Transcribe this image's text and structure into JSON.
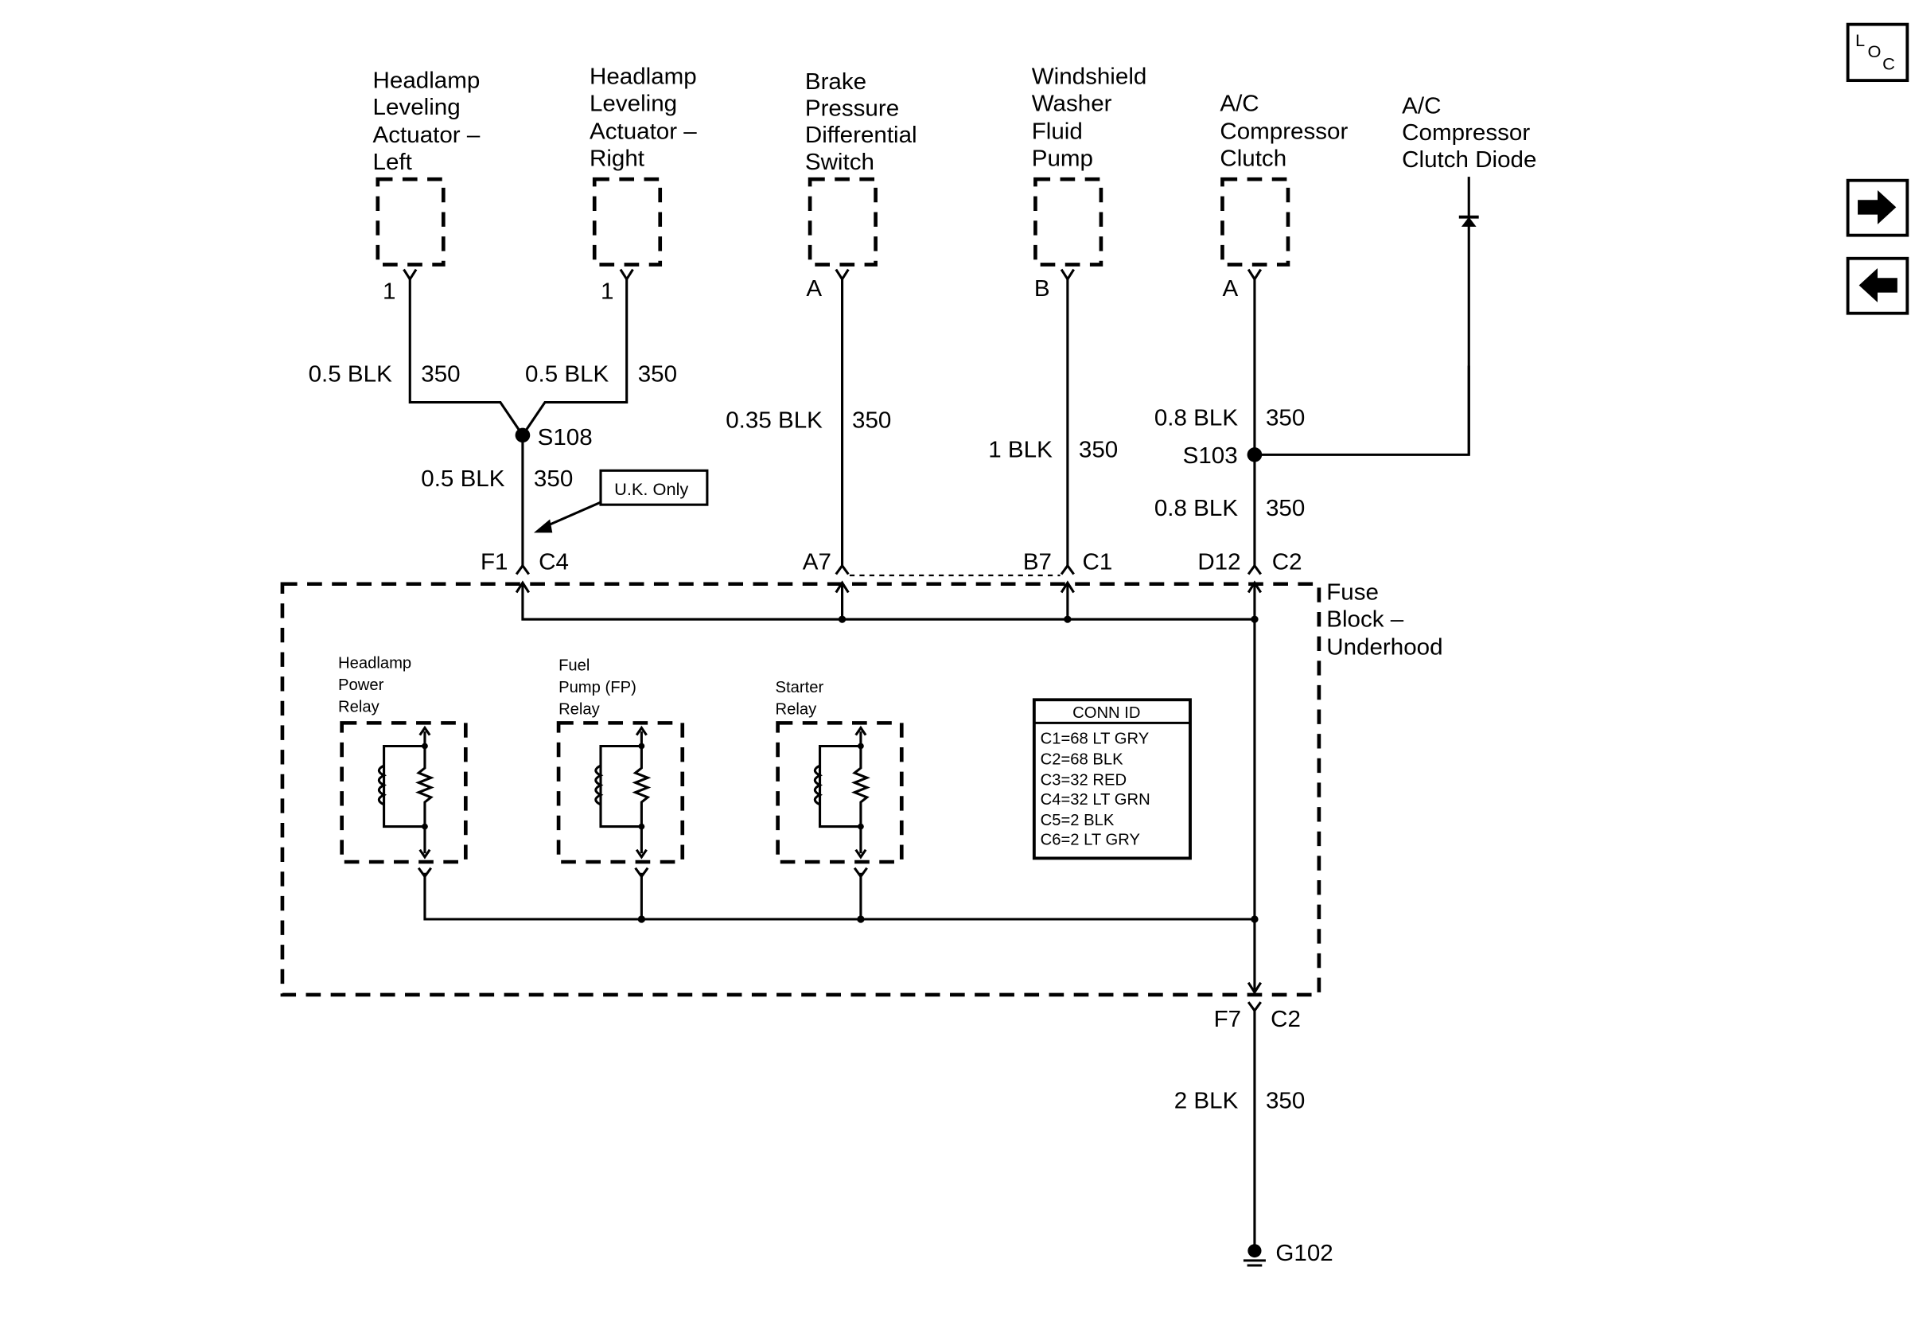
{
  "nav": {
    "loc_icon": "loc-icon",
    "next_icon": "arrow-right-icon",
    "prev_icon": "arrow-left-icon"
  },
  "components": [
    {
      "name_lines": [
        "Headlamp",
        "Leveling",
        "Actuator –",
        "Left"
      ],
      "pin": "1"
    },
    {
      "name_lines": [
        "Headlamp",
        "Leveling",
        "Actuator –",
        "Right"
      ],
      "pin": "1"
    },
    {
      "name_lines": [
        "Brake",
        "Pressure",
        "Differential",
        "Switch"
      ],
      "pin": "A"
    },
    {
      "name_lines": [
        "Windshield",
        "Washer",
        "Fluid",
        "Pump"
      ],
      "pin": "B"
    },
    {
      "name_lines": [
        "A/C",
        "Compressor",
        "Clutch"
      ],
      "pin": "A"
    },
    {
      "name_lines": [
        "A/C",
        "Compressor",
        "Clutch Diode"
      ]
    }
  ],
  "wires": {
    "hl_left": {
      "size_color": "0.5 BLK",
      "circuit": "350"
    },
    "hl_right": {
      "size_color": "0.5 BLK",
      "circuit": "350"
    },
    "s108_down": {
      "size_color": "0.5 BLK",
      "circuit": "350"
    },
    "brake": {
      "size_color": "0.35 BLK",
      "circuit": "350"
    },
    "washer": {
      "size_color": "1 BLK",
      "circuit": "350"
    },
    "ac_upper": {
      "size_color": "0.8 BLK",
      "circuit": "350"
    },
    "ac_lower": {
      "size_color": "0.8 BLK",
      "circuit": "350"
    },
    "ground": {
      "size_color": "2 BLK",
      "circuit": "350"
    }
  },
  "splices": {
    "s108": "S108",
    "s103": "S103"
  },
  "callout": {
    "text": "U.K. Only"
  },
  "connectors": {
    "f1": "F1",
    "c4": "C4",
    "a7": "A7",
    "b7": "B7",
    "c1": "C1",
    "d12": "D12",
    "c2_top": "C2",
    "f7": "F7",
    "c2_bottom": "C2"
  },
  "fuse_block": {
    "name_lines": [
      "Fuse",
      "Block –",
      "Underhood"
    ]
  },
  "relays": [
    {
      "name_lines": [
        "Headlamp",
        "Power",
        "Relay"
      ]
    },
    {
      "name_lines": [
        "Fuel",
        "Pump (FP)",
        "Relay"
      ]
    },
    {
      "name_lines": [
        "Starter",
        "Relay"
      ]
    }
  ],
  "conn_id": {
    "title": "CONN ID",
    "rows": [
      "C1=68 LT GRY",
      "C2=68 BLK",
      "C3=32 RED",
      "C4=32 LT GRN",
      "C5=2 BLK",
      "C6=2 LT GRY"
    ]
  },
  "ground": {
    "label": "G102"
  }
}
